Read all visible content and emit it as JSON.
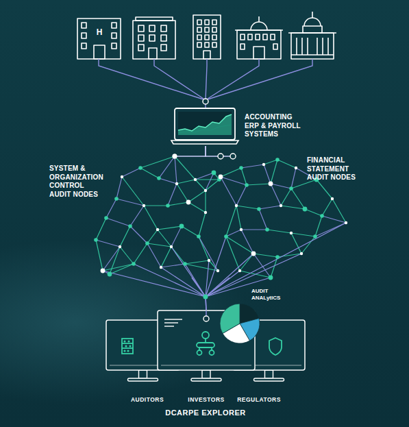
{
  "diagram": {
    "caption": "DCARPE EXPLORER",
    "nodes": [
      {
        "text": [
          "ACCOUNTING ERP & PAYROLL SYSTEMS"
        ]
      },
      {
        "text": [
          "SYSTEM & ORGANIZATION CONTROL AUDIT NODES"
        ]
      },
      {
        "text": [
          "FINANCIAL STATEMENT AUDIT NODES"
        ]
      },
      {
        "text": [
          "AUDIT ANALytICS"
        ]
      },
      {
        "text": [
          "AUDITORS"
        ]
      },
      {
        "text": [
          "INVESTORS"
        ]
      },
      {
        "text": [
          "REGULATORS"
        ]
      }
    ],
    "edges": [
      {
        "from": 0,
        "to": 1,
        "arrow": "none"
      },
      {
        "from": 0,
        "to": 2,
        "arrow": "none"
      },
      {
        "from": 1,
        "to": 5,
        "arrow": "none"
      },
      {
        "from": 2,
        "to": 5,
        "arrow": "none"
      }
    ],
    "labels": [
      "H"
    ]
  }
}
